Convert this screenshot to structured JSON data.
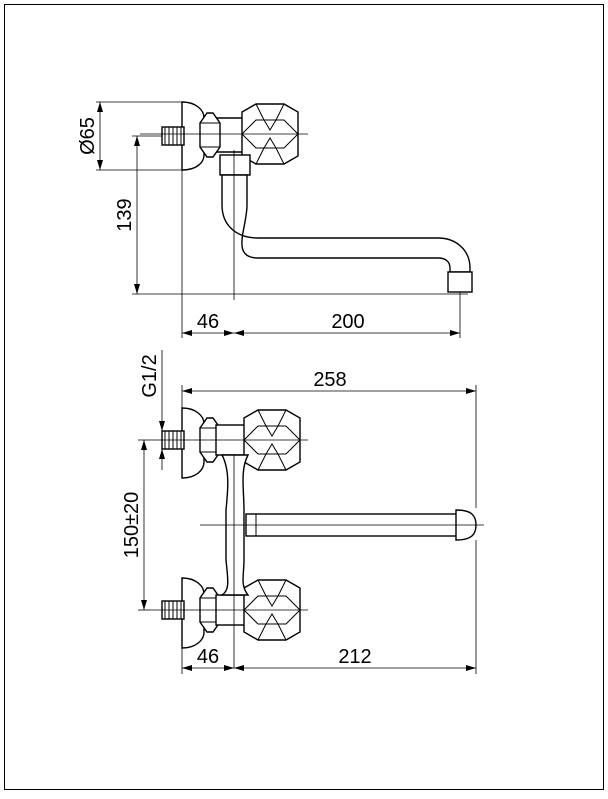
{
  "top_view": {
    "diameter_label": "Ø65",
    "height_label": "139",
    "offset_label": "46",
    "spout_length_label": "200"
  },
  "front_view": {
    "thread_label": "G1/2",
    "overall_width_label": "258",
    "center_distance_label": "150±20",
    "offset_label": "46",
    "spout_reach_label": "212"
  }
}
